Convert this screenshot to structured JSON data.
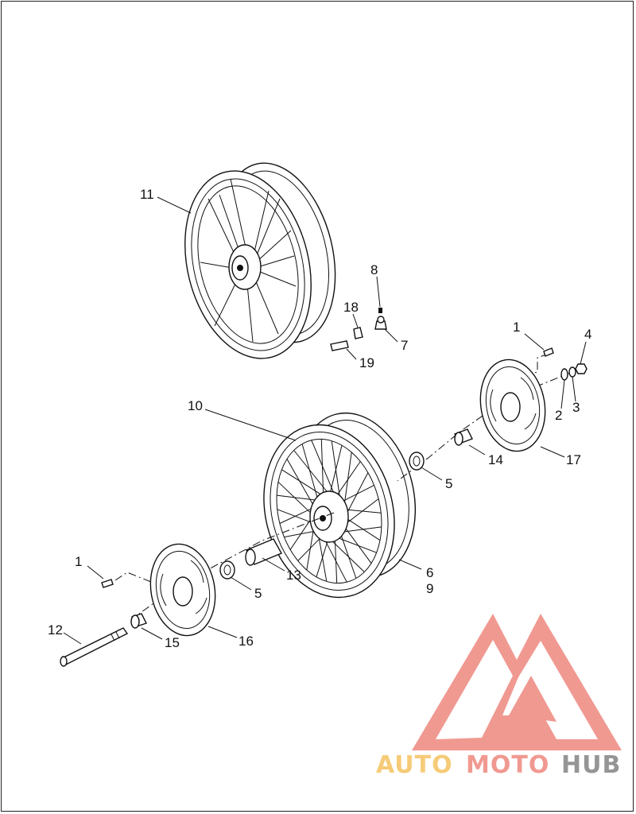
{
  "callouts": [
    {
      "id": "c11",
      "text": "11"
    },
    {
      "id": "c8",
      "text": "8"
    },
    {
      "id": "c18",
      "text": "18"
    },
    {
      "id": "c7",
      "text": "7"
    },
    {
      "id": "c19",
      "text": "19"
    },
    {
      "id": "c1a",
      "text": "1"
    },
    {
      "id": "c4",
      "text": "4"
    },
    {
      "id": "c2",
      "text": "2"
    },
    {
      "id": "c3",
      "text": "3"
    },
    {
      "id": "c10",
      "text": "10"
    },
    {
      "id": "c14",
      "text": "14"
    },
    {
      "id": "c17",
      "text": "17"
    },
    {
      "id": "c5a",
      "text": "5"
    },
    {
      "id": "c6",
      "text": "6"
    },
    {
      "id": "c9",
      "text": "9"
    },
    {
      "id": "c13",
      "text": "13"
    },
    {
      "id": "c5b",
      "text": "5"
    },
    {
      "id": "c1b",
      "text": "1"
    },
    {
      "id": "c12",
      "text": "12"
    },
    {
      "id": "c15",
      "text": "15"
    },
    {
      "id": "c16",
      "text": "16"
    }
  ],
  "watermark": {
    "auto": "AUTO",
    "moto": "MOTO",
    "hub": "HUB",
    "colors": {
      "auto": "#f6c66a",
      "moto": "#ef8f86",
      "hub": "#8a8a8a",
      "logo": "#ef8f86"
    }
  }
}
